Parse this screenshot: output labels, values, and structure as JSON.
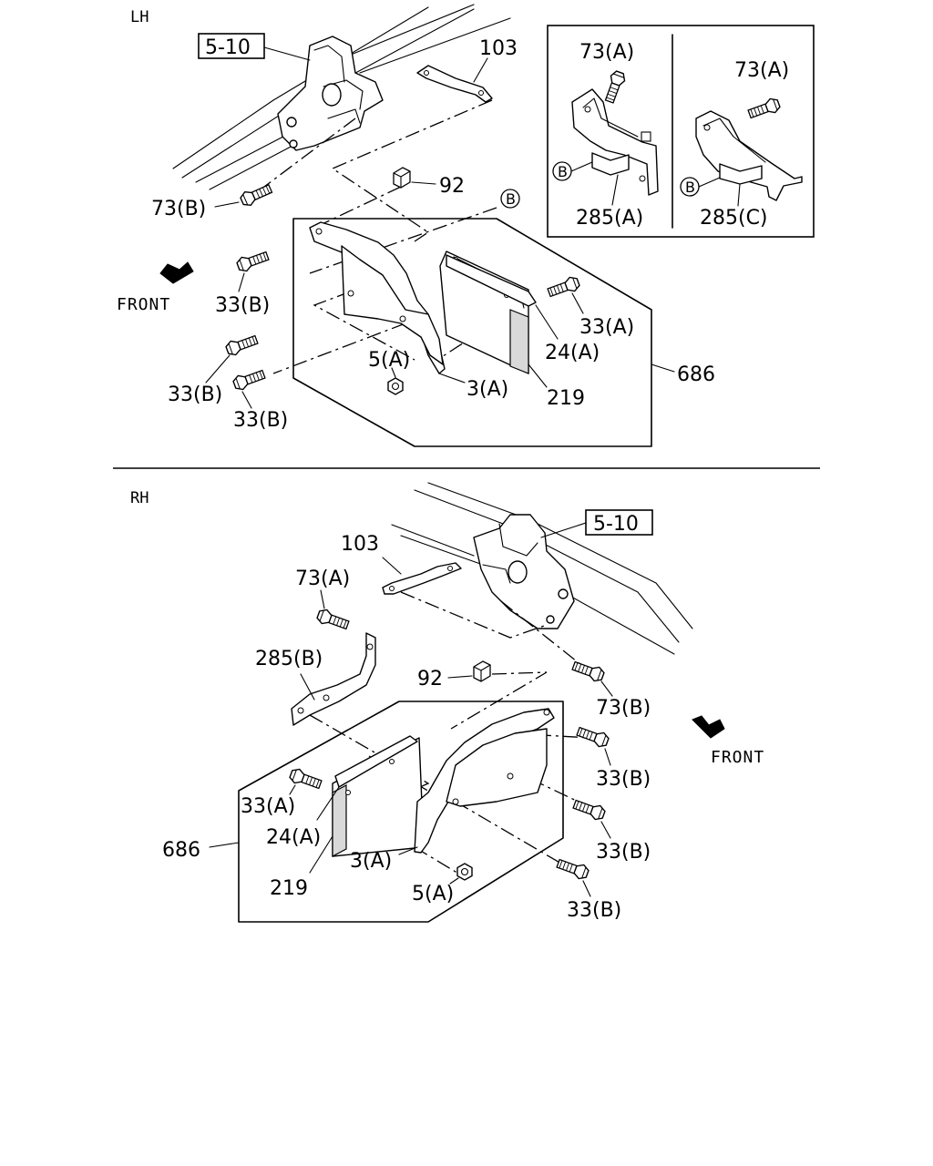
{
  "lh": {
    "section": "LH",
    "ref_box": "5-10",
    "labels": {
      "bracket_103": "103",
      "bolt_73b": "73(B)",
      "clip_92": "92",
      "circle_b": "B",
      "bolt_33b_top": "33(B)",
      "bolt_33b_mid": "33(B)",
      "bolt_33b_low": "33(B)",
      "bolt_33a": "33(A)",
      "bracket_24a": "24(A)",
      "nut_5a": "5(A)",
      "guard_3a": "3(A)",
      "flap_219": "219",
      "assy_686": "686"
    },
    "front": "FRONT",
    "inset": {
      "left_bolt": "73(A)",
      "left_bracket": "285(A)",
      "left_circle": "B",
      "right_bolt": "73(A)",
      "right_bracket": "285(C)",
      "right_circle": "B"
    }
  },
  "rh": {
    "section": "RH",
    "ref_box": "5-10",
    "labels": {
      "bracket_103": "103",
      "bolt_73a": "73(A)",
      "bracket_285b": "285(B)",
      "clip_92": "92",
      "bolt_73b": "73(B)",
      "bolt_33b_1": "33(B)",
      "bolt_33b_2": "33(B)",
      "bolt_33b_3": "33(B)",
      "bolt_33a": "33(A)",
      "bracket_24a": "24(A)",
      "assy_686": "686",
      "flap_219": "219",
      "guard_3a": "3(A)",
      "nut_5a": "5(A)"
    },
    "front": "FRONT"
  }
}
